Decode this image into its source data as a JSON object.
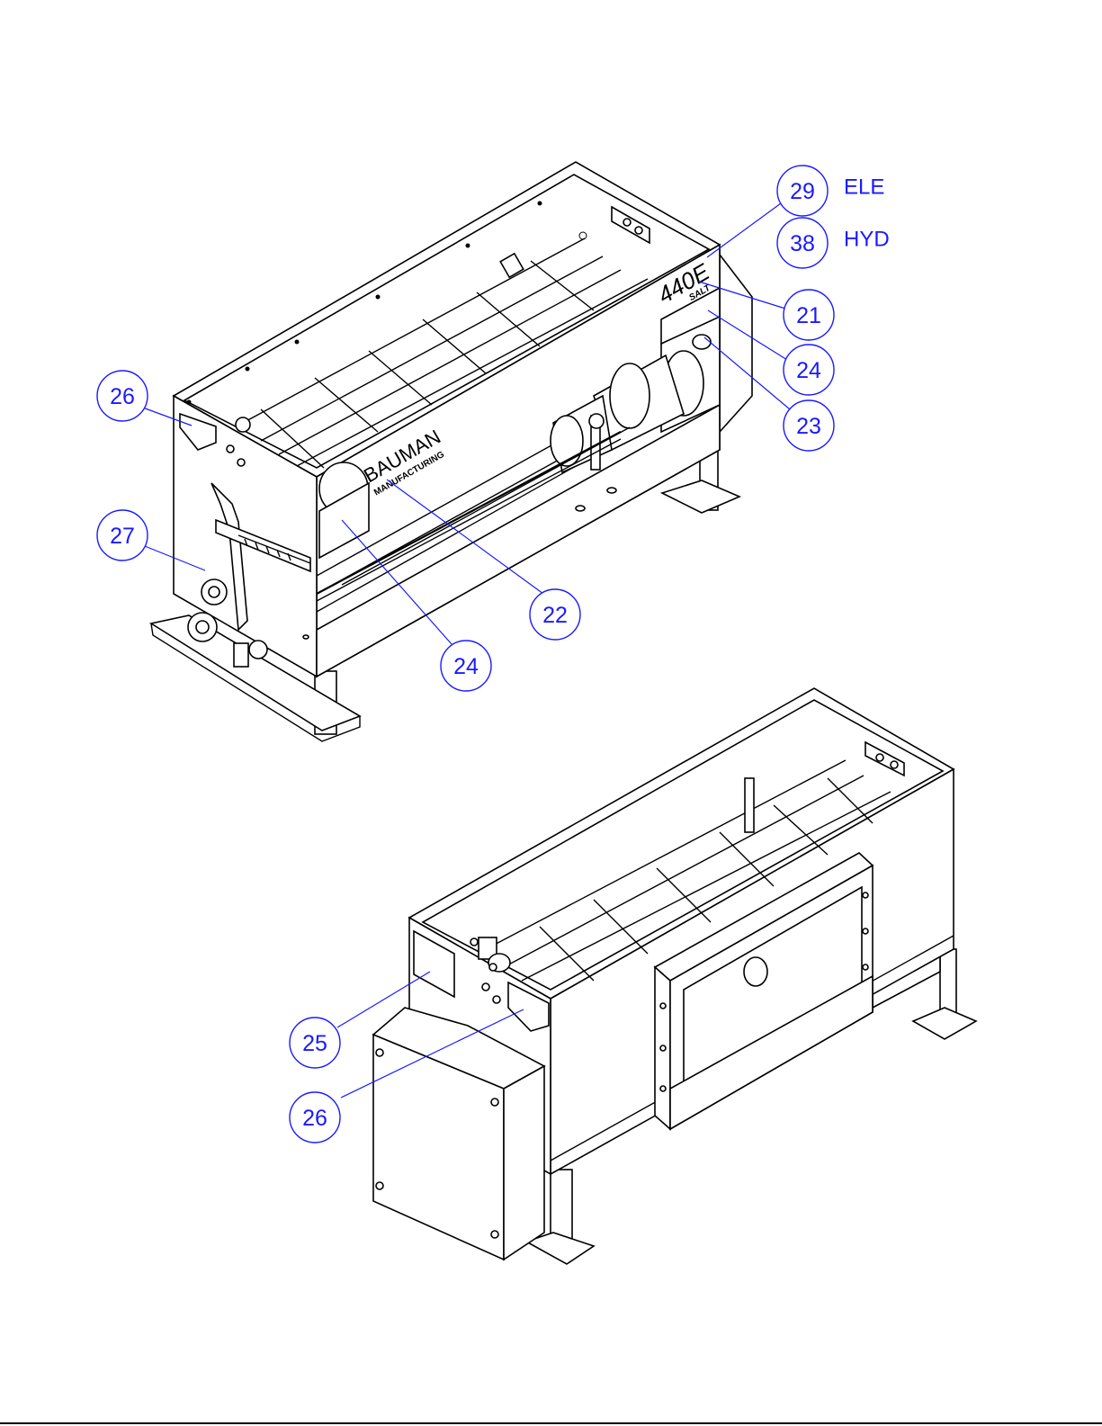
{
  "callouts": [
    {
      "id": "c29",
      "label": "29"
    },
    {
      "id": "c38",
      "label": "38"
    },
    {
      "id": "c21",
      "label": "21"
    },
    {
      "id": "c24a",
      "label": "24"
    },
    {
      "id": "c23",
      "label": "23"
    },
    {
      "id": "c26a",
      "label": "26"
    },
    {
      "id": "c27",
      "label": "27"
    },
    {
      "id": "c22",
      "label": "22"
    },
    {
      "id": "c24b",
      "label": "24"
    },
    {
      "id": "c25",
      "label": "25"
    },
    {
      "id": "c26b",
      "label": "26"
    }
  ],
  "notes": {
    "ele": "ELE",
    "hyd": "HYD"
  },
  "logo": {
    "brand": "BAUMAN",
    "sub": "MANUFACTURING",
    "model": "440E",
    "model_sub": "SALT"
  },
  "colors": {
    "callout": "#1a1aff",
    "line": "#000000",
    "background": "#ffffff"
  }
}
